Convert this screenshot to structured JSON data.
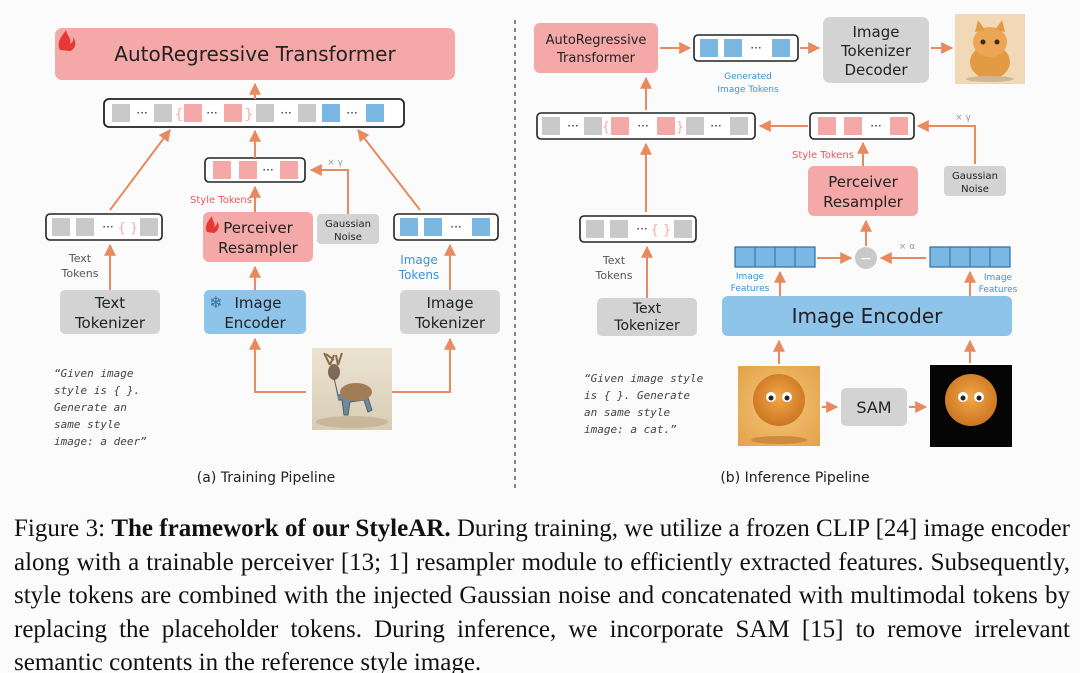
{
  "training": {
    "transformer_label": "AutoRegressive Transformer",
    "style_tokens_label": "Style Tokens",
    "gaussian_noise_line1": "Gaussian",
    "gaussian_noise_line2": "Noise",
    "times_gamma": "× γ",
    "perceiver_line1": "Perceiver",
    "perceiver_line2": "Resampler",
    "text_tokens_line1": "Text",
    "text_tokens_line2": "Tokens",
    "image_tokens_line1": "Image",
    "image_tokens_line2": "Tokens",
    "text_tokenizer_line1": "Text",
    "text_tokenizer_line2": "Tokenizer",
    "image_encoder_line1": "Image",
    "image_encoder_line2": "Encoder",
    "image_tokenizer_line1": "Image",
    "image_tokenizer_line2": "Tokenizer",
    "prompt_lines": [
      "“Given image",
      "style is { }.",
      "Generate an",
      "same style",
      "image: a deer”"
    ],
    "braces": "{ }",
    "label": "(a) Training Pipeline"
  },
  "inference": {
    "transformer_line1": "AutoRegressive",
    "transformer_line2": "Transformer",
    "generated_line1": "Generated",
    "generated_line2": "Image Tokens",
    "decoder_line1": "Image",
    "decoder_line2": "Tokenizer",
    "decoder_line3": "Decoder",
    "times_gamma": "× γ",
    "times_alpha": "× α",
    "style_tokens_label": "Style Tokens",
    "gaussian_noise_line1": "Gaussian",
    "gaussian_noise_line2": "Noise",
    "perceiver_line1": "Perceiver",
    "perceiver_line2": "Resampler",
    "text_tokens_line1": "Text",
    "text_tokens_line2": "Tokens",
    "image_features_left_line1": "Image",
    "image_features_left_line2": "Features",
    "image_features_right_line1": "Image",
    "image_features_right_line2": "Features",
    "minus_symbol": "−",
    "text_tokenizer_line1": "Text",
    "text_tokenizer_line2": "Tokenizer",
    "image_encoder_label": "Image Encoder",
    "sam_label": "SAM",
    "prompt_lines": [
      "“Given image style",
      "is { }. Generate",
      "an same style",
      "image: a cat.”"
    ],
    "braces": "{ }",
    "label": "(b) Inference Pipeline"
  },
  "ellipsis": "···",
  "caption": {
    "prefix": "Figure 3: ",
    "title": "The framework of our StyleAR.",
    "body": " During training, we utilize a frozen CLIP [24] image encoder along with a trainable perceiver [13; 1] resampler module to efficiently extracted features. Subsequently, style tokens are combined with the injected Gaussian noise and concatenated with multimodal tokens by replacing the placeholder tokens. During inference, we incorporate SAM [15] to remove irrelevant semantic contents in the reference style image."
  },
  "colors": {
    "pink": "#f4a9a8",
    "pink_text": "#e45c5c",
    "blue": "#7ab7e3",
    "blue_box": "#8ec3ea",
    "gray": "#c9c9c9",
    "gray_box": "#d3d3d3",
    "arrow": "#e8895f",
    "dark": "#222222"
  }
}
